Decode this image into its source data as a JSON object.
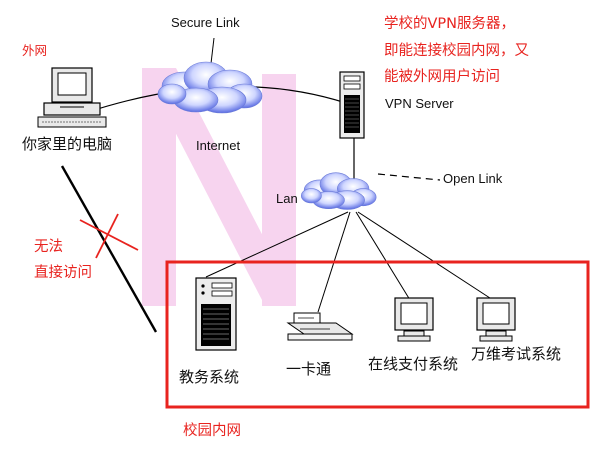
{
  "labels": {
    "outside_net": "外网",
    "home_pc": "你家里的电脑",
    "secure_link": "Secure Link",
    "internet": "Internet",
    "vpn_note_1": "学校的VPN服务器，",
    "vpn_note_2": "即能连接校园内网，又",
    "vpn_note_3": "能被外网用户访问",
    "vpn_server": "VPN Server",
    "open_link": "Open Link",
    "lan": "Lan",
    "no_access_1": "无法",
    "no_access_2": "直接访问",
    "academic_system": "教务系统",
    "campus_card": "一卡通",
    "online_payment": "在线支付系统",
    "exam_system": "万维考试系统",
    "campus_intranet": "校园内网"
  },
  "colors": {
    "accent_red": "#e8231f",
    "watermark_pink": "#f7d4ef",
    "cloud_blue": "#3a4fd6",
    "line_black": "#000000"
  },
  "icons": [
    "pc-icon",
    "cloud-icon",
    "server-tower-icon",
    "printer-icon",
    "monitor-icon",
    "cross-mark-icon"
  ]
}
